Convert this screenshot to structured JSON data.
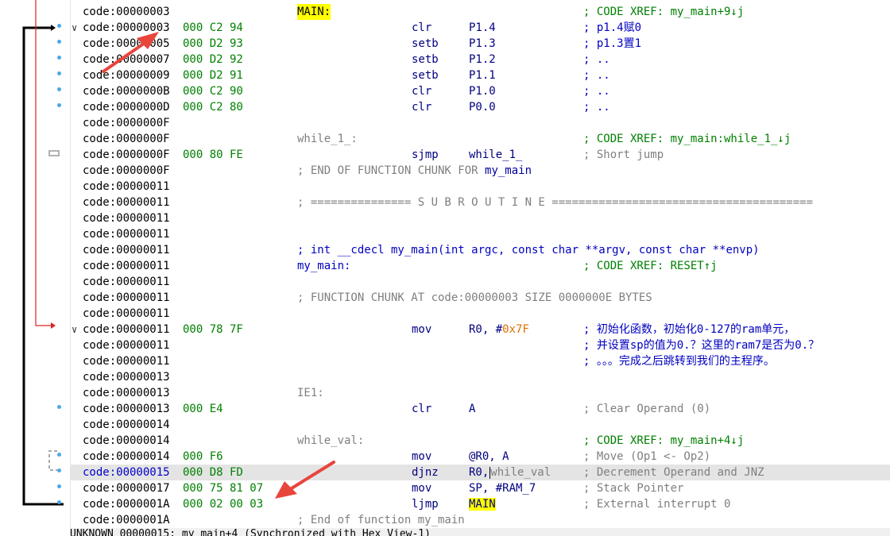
{
  "status": "UNKNOWN 00000015: my_main+4 (Synchronized with Hex View-1)",
  "rows": [
    {
      "addr": "code:00000003",
      "bytes": "",
      "label": "MAIN:",
      "mnem": "",
      "ops": "",
      "cmt": "; CODE XREF: my_main+9↓j"
    },
    {
      "addr": "code:00000003",
      "bytes": "000 C2 94",
      "label": "",
      "mnem": "clr",
      "ops": "P1.4",
      "cmt": "; p1.4赋0"
    },
    {
      "addr": "code:00000005",
      "bytes": "000 D2 93",
      "label": "",
      "mnem": "setb",
      "ops": "P1.3",
      "cmt": "; p1.3置1"
    },
    {
      "addr": "code:00000007",
      "bytes": "000 D2 92",
      "label": "",
      "mnem": "setb",
      "ops": "P1.2",
      "cmt": "; .."
    },
    {
      "addr": "code:00000009",
      "bytes": "000 D2 91",
      "label": "",
      "mnem": "setb",
      "ops": "P1.1",
      "cmt": "; .."
    },
    {
      "addr": "code:0000000B",
      "bytes": "000 C2 90",
      "label": "",
      "mnem": "clr",
      "ops": "P1.0",
      "cmt": "; .."
    },
    {
      "addr": "code:0000000D",
      "bytes": "000 C2 80",
      "label": "",
      "mnem": "clr",
      "ops": "P0.0",
      "cmt": "; .."
    },
    {
      "addr": "code:0000000F",
      "bytes": "",
      "label": "",
      "mnem": "",
      "ops": "",
      "cmt": ""
    },
    {
      "addr": "code:0000000F",
      "bytes": "",
      "label": "while_1_:",
      "mnem": "",
      "ops": "",
      "cmt": "; CODE XREF: my_main:while_1_↓j"
    },
    {
      "addr": "code:0000000F",
      "bytes": "000 80 FE",
      "label": "",
      "mnem": "sjmp",
      "ops": "while_1_",
      "cmt": "; Short jump"
    },
    {
      "addr": "code:0000000F",
      "bytes": "",
      "fn_pre": "; END OF FUNCTION CHUNK FOR ",
      "fn_name": "my_main"
    },
    {
      "addr": "code:00000011",
      "bytes": ""
    },
    {
      "addr": "code:00000011",
      "bytes": "",
      "fn_pre": "; =============== S U B R O U T I N E ======================================="
    },
    {
      "addr": "code:00000011",
      "bytes": ""
    },
    {
      "addr": "code:00000011",
      "bytes": ""
    },
    {
      "addr": "code:00000011",
      "bytes": "",
      "fn_pre": "; int __cdecl my_main(int argc, const char **argv, const char **envp)"
    },
    {
      "addr": "code:00000011",
      "bytes": "",
      "fn_pre": "my_main:",
      "cmt": "; CODE XREF: RESET↑j"
    },
    {
      "addr": "code:00000011",
      "bytes": ""
    },
    {
      "addr": "code:00000011",
      "bytes": "",
      "fn_pre": "; FUNCTION CHUNK AT code:00000003 SIZE 0000000E BYTES"
    },
    {
      "addr": "code:00000011",
      "bytes": ""
    },
    {
      "addr": "code:00000011",
      "bytes": "000 78 7F",
      "label": "",
      "mnem": "mov",
      "ops_pre": "R0, #",
      "ops_num": "0x7F",
      "cmt": "; 初始化函数，初始化0-127的ram单元，"
    },
    {
      "addr": "code:00000011",
      "bytes": "",
      "cmt": "; 并设置sp的值为0.？这里的ram7是否为0.？"
    },
    {
      "addr": "code:00000011",
      "bytes": "",
      "cmt": "; 。。。完成之后跳转到我们的主程序。"
    },
    {
      "addr": "code:00000013",
      "bytes": ""
    },
    {
      "addr": "code:00000013",
      "bytes": "",
      "label": "IE1:"
    },
    {
      "addr": "code:00000013",
      "bytes": "000 E4",
      "label": "",
      "mnem": "clr",
      "ops": "A",
      "cmt": "; Clear Operand (0)"
    },
    {
      "addr": "code:00000014",
      "bytes": ""
    },
    {
      "addr": "code:00000014",
      "bytes": "",
      "label": "while_val:",
      "cmt": "; CODE XREF: my_main+4↓j"
    },
    {
      "addr": "code:00000014",
      "bytes": "000 F6",
      "label": "",
      "mnem": "mov",
      "ops": "@R0, A",
      "cmt": "; Move (Op1 <- Op2)"
    },
    {
      "addr": "code:00000015",
      "bytes": "000 D8 FD",
      "label": "",
      "mnem": "djnz",
      "ops_pre": "R0,",
      "ops_gname": "while_val",
      "cmt": "; Decrement Operand and JNZ"
    },
    {
      "addr": "code:00000017",
      "bytes": "000 75 81 07",
      "label": "",
      "mnem": "mov",
      "ops": "SP, #RAM_7",
      "cmt": "; Stack Pointer"
    },
    {
      "addr": "code:0000001A",
      "bytes": "000 02 00 03",
      "label": "",
      "mnem": "ljmp",
      "ops_hl": "MAIN",
      "cmt": "; External interrupt 0"
    },
    {
      "addr": "code:0000001A",
      "bytes": "",
      "fn_pre": "; End of function my_main"
    }
  ]
}
